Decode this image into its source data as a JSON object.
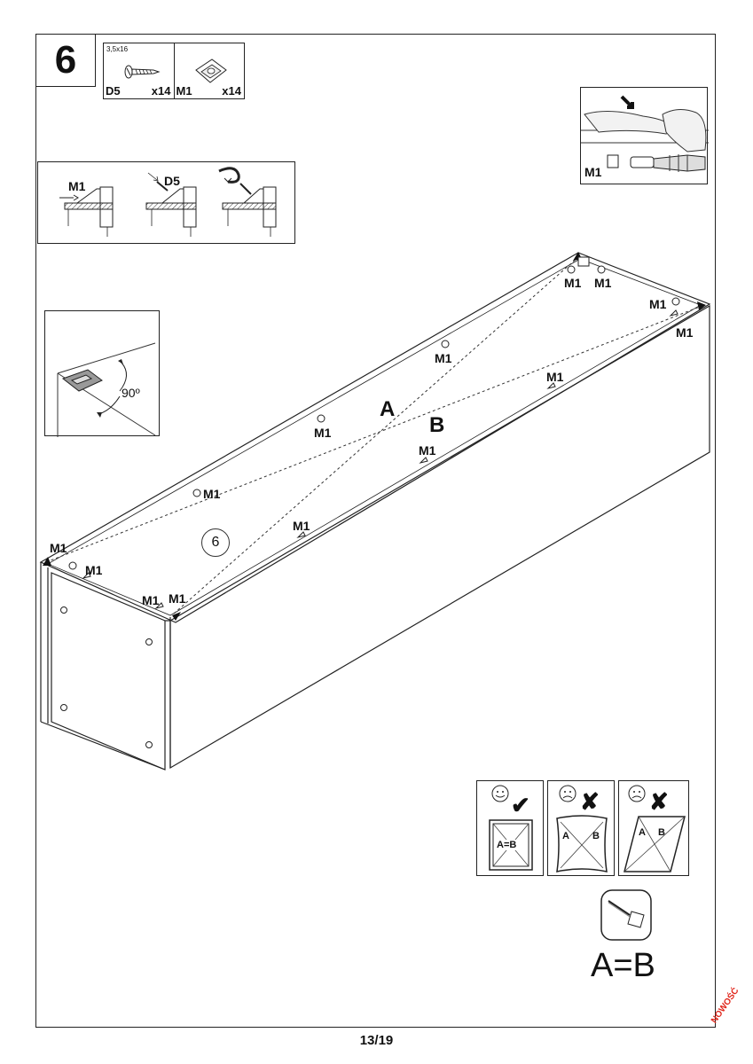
{
  "step": {
    "number": "6"
  },
  "parts": [
    {
      "spec": "3,5x16",
      "code": "D5",
      "qty": "x14",
      "icon": "screw-icon"
    },
    {
      "spec": "",
      "code": "M1",
      "qty": "x14",
      "icon": "corner-bracket-icon"
    }
  ],
  "detail_steps": [
    {
      "label": "M1"
    },
    {
      "label": "D5"
    },
    {
      "label": ""
    }
  ],
  "press_inset": {
    "label": "M1"
  },
  "angle_inset": {
    "angle": "90º"
  },
  "cabinet": {
    "diagonal_a": "A",
    "diagonal_b": "B",
    "circle_number": "6",
    "bracket_label": "M1"
  },
  "check": {
    "ok_symbol": "✔",
    "bad_symbol": "✘",
    "panels": [
      {
        "text": "A=B",
        "status": "ok"
      },
      {
        "text_a": "A",
        "text_b": "B",
        "status": "bad"
      },
      {
        "text_a": "A",
        "text_b": "B",
        "status": "bad"
      }
    ],
    "equation": "A=B"
  },
  "footer": {
    "page": "13/19",
    "stamp": "NOWOŚĆ"
  }
}
